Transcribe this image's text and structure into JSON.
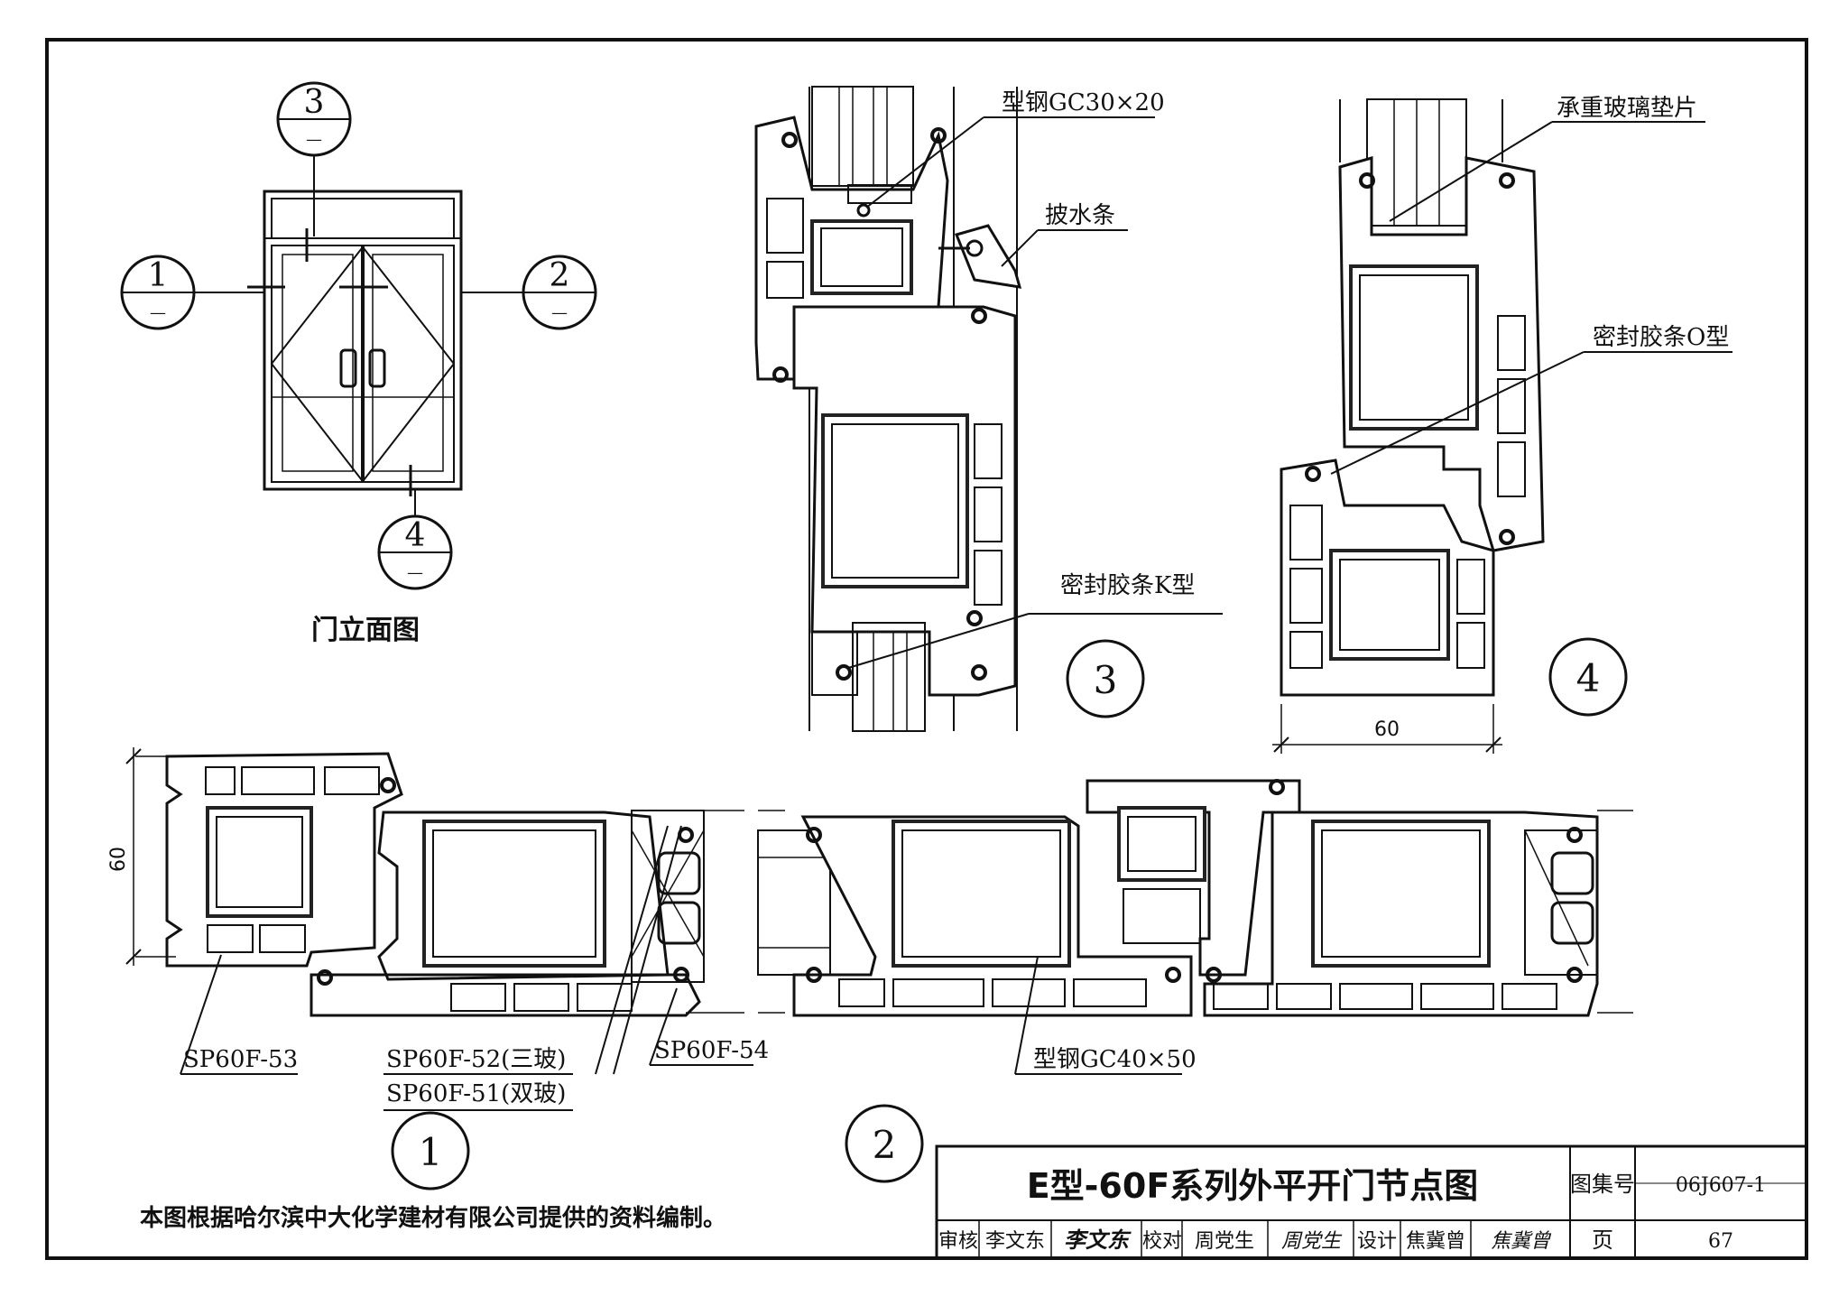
{
  "elevation": {
    "title": "门立面图",
    "markers": [
      {
        "num": "1",
        "sub": "—"
      },
      {
        "num": "2",
        "sub": "—"
      },
      {
        "num": "3",
        "sub": "—"
      },
      {
        "num": "4",
        "sub": "—"
      }
    ]
  },
  "detail3": {
    "label": "3",
    "callouts": {
      "steel": "型钢GC30×20",
      "drip": "披水条",
      "seal_k": "密封胶条K型"
    }
  },
  "detail4": {
    "label": "4",
    "callouts": {
      "pad": "承重玻璃垫片",
      "seal_o": "密封胶条O型"
    },
    "dim": "60"
  },
  "detail1": {
    "label": "1",
    "dim": "60",
    "callouts": {
      "p53": "SP60F-53",
      "p52": "SP60F-52(三玻)",
      "p51": "SP60F-51(双玻)",
      "p54": "SP60F-54"
    }
  },
  "detail2": {
    "label": "2",
    "callouts": {
      "steel": "型钢GC40×50"
    }
  },
  "note": "本图根据哈尔滨中大化学建材有限公司提供的资料编制。",
  "title_block": {
    "title": "E型-60F系列外平开门节点图",
    "atlas_label": "图集号",
    "atlas_no": "06J607-1",
    "page_label": "页",
    "page_no": "67",
    "review_label": "审核",
    "reviewer": "李文东",
    "check_label": "校对",
    "checker": "周党生",
    "design_label": "设计",
    "designer": "焦冀曾",
    "sig_reviewer": "李文东",
    "sig_checker": "周党生",
    "sig_designer": "焦冀曾"
  }
}
